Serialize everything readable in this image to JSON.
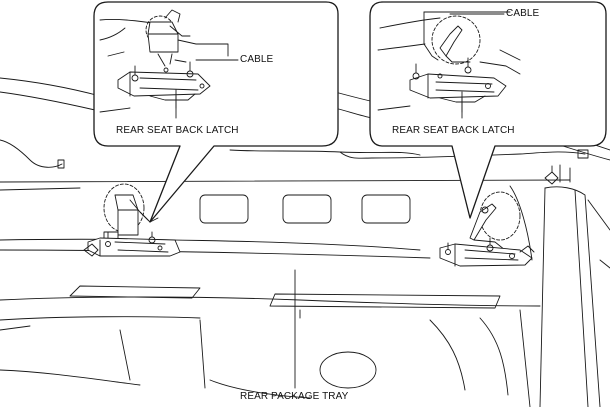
{
  "diagram": {
    "callouts": {
      "left": {
        "cable_label": "CABLE",
        "latch_label": "REAR SEAT BACK LATCH"
      },
      "right": {
        "cable_label": "CABLE",
        "latch_label": "REAR SEAT BACK LATCH"
      }
    },
    "tray_label": "REAR PACKAGE TRAY"
  },
  "colors": {
    "line": "#1a1a1a",
    "background": "#ffffff"
  }
}
